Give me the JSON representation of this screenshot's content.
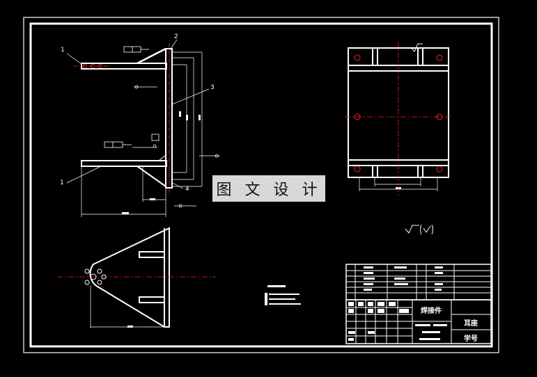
{
  "watermark": "图 文 设 计",
  "part_numbers": [
    "1",
    "2",
    "3",
    "1",
    "4"
  ],
  "title_block": {
    "part_name": "焊接件",
    "cell_a": "耳座",
    "cell_b": "学号"
  },
  "colors": {
    "background": "#000000",
    "line": "#ffffff",
    "centerline": "#ff2020"
  }
}
